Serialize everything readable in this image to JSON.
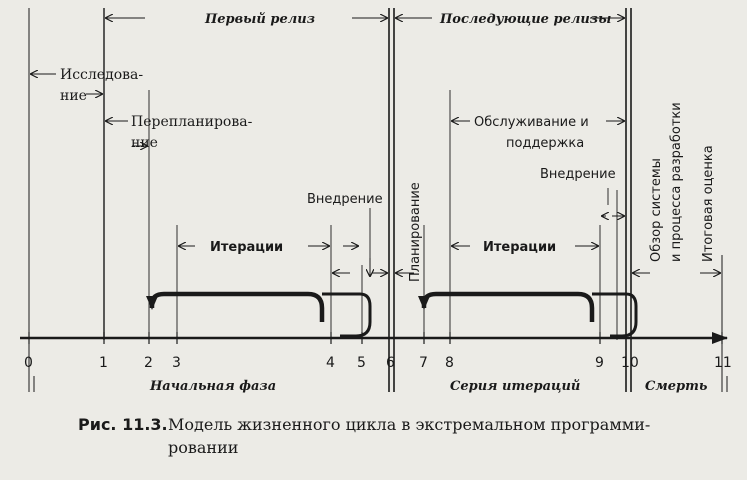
{
  "headers": {
    "first_release": "Первый релиз",
    "later_releases": "Последующие релизы"
  },
  "labels": {
    "research_1": "Исследова-",
    "research_2": "ние",
    "replanning_1": "Перепланирова-",
    "replanning_2": "ние",
    "deploy_1": "Внедрение",
    "iterations_1": "Итерации",
    "planning": "Планирование",
    "maintenance_1": "Обслуживание и",
    "maintenance_2": "поддержка",
    "deploy_2": "Внедрение",
    "iterations_2": "Итерации",
    "review_1": "Обзор системы",
    "review_2": "и процесса разработки",
    "final_eval": "Итоговая оценка"
  },
  "ticks": [
    "0",
    "1",
    "2",
    "3",
    "4",
    "5",
    "6",
    "7",
    "8",
    "9",
    "10",
    "11"
  ],
  "phases": {
    "initial": "Начальная фаза",
    "iterations_series": "Серия итераций",
    "death": "Смерть"
  },
  "caption": {
    "prefix": "Рис. 11.3.",
    "line1": "Модель жизненного цикла в экстремальном программи-",
    "line2": "ровании"
  }
}
